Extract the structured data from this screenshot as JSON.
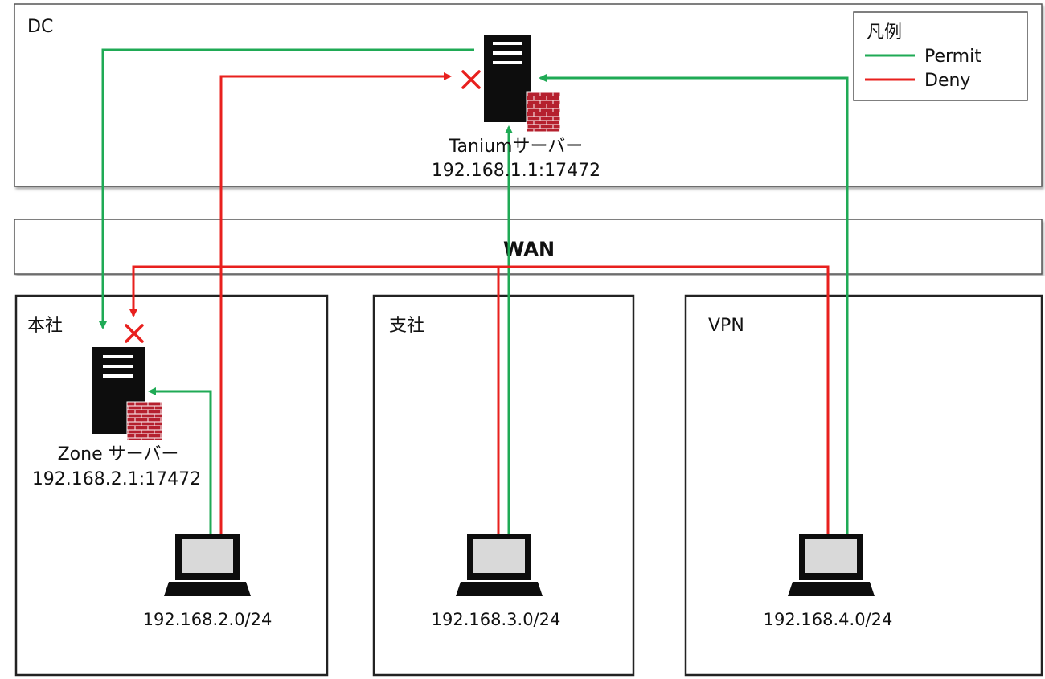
{
  "zones": {
    "dc": "DC",
    "wan": "WAN",
    "honsha": "本社",
    "shisha": "支社",
    "vpn": "VPN"
  },
  "legend": {
    "title": "凡例",
    "permit": "Permit",
    "deny": "Deny"
  },
  "colors": {
    "permit": "#1faa55",
    "deny": "#e8201e",
    "firewall": "#b5202e",
    "server": "#0d0d0d",
    "zone_shadow": "#8a8a8a"
  },
  "nodes": {
    "tanium_server": {
      "name": "Taniumサーバー",
      "address": "192.168.1.1:17472"
    },
    "zone_server": {
      "name": "Zone サーバー",
      "address": "192.168.2.1:17472"
    },
    "client_honsha": {
      "subnet": "192.168.2.0/24"
    },
    "client_shisha": {
      "subnet": "192.168.3.0/24"
    },
    "client_vpn": {
      "subnet": "192.168.4.0/24"
    }
  }
}
